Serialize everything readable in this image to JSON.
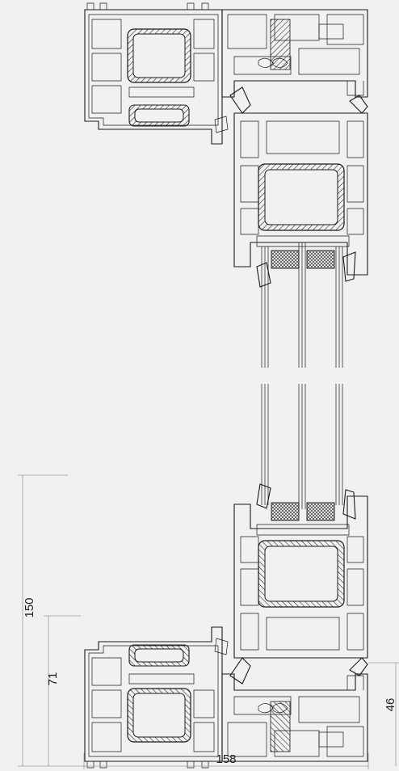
{
  "dimensions": {
    "overall_height": "150",
    "sash_height": "71",
    "width": "158",
    "right_height": "46"
  },
  "colors": {
    "background": "#f0f1f3",
    "outline": "#1a1a1a",
    "hatch": "#1a1a1a",
    "dimension_line": "#9a9a9a"
  }
}
